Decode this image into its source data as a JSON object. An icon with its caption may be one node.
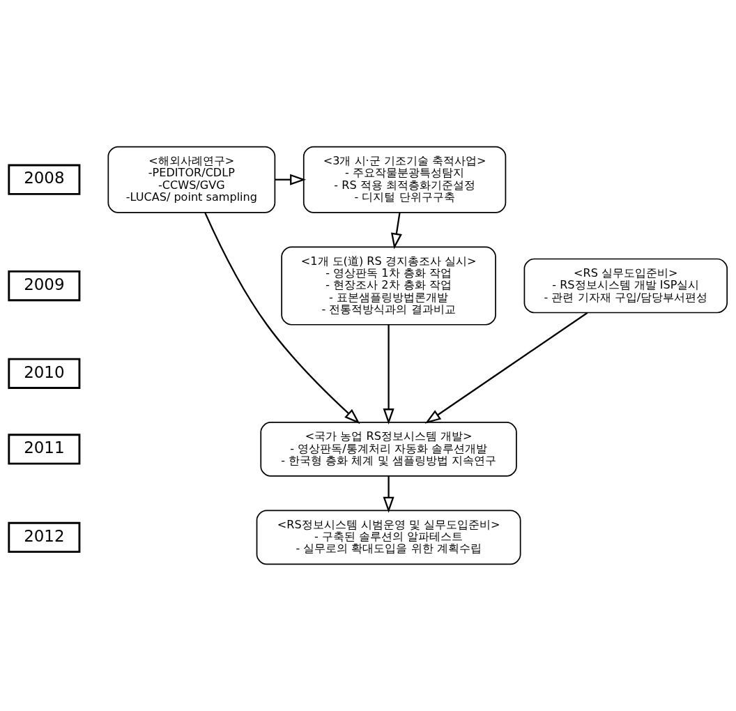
{
  "diagram": {
    "nodes": [
      {
        "text": [
          "2008"
        ]
      },
      {
        "text": [
          "<3개 시·군 기조기술 축적사업>",
          "- 주요작물분광특성탐지",
          "- RS 적용 최적층화기준설정",
          "- 디지털 단위구구축"
        ]
      },
      {
        "text": [
          "<해외사례연구>",
          "-PEDITOR/CDLP",
          "-CCWS/GVG",
          "-LUCAS/ point sampling"
        ]
      },
      {
        "text": [
          "<RS 실무도입준비>",
          "- RS정보시스템 개발 ISP실시",
          "- 관련 기자재 구입/담당부서편성"
        ]
      },
      {
        "text": [
          "2009"
        ]
      },
      {
        "text": [
          "<1개 도(道) RS 경지총조사 실시>",
          "- 영상판독 1차 층화 작업",
          "- 현장조사 2차 층화 작업",
          "- 표본샘플링방법론개발",
          "- 전통적방식과의 결과비교"
        ]
      },
      {
        "text": [
          "2010"
        ]
      },
      {
        "text": [
          "2011"
        ]
      },
      {
        "text": [
          "<국가 농업 RS정보시스템 개발>",
          "- 영상판독/통계처리 자동화 솔루션개발",
          "- 한국형 층화 체계 및 샘플링방법 지속연구"
        ]
      },
      {
        "text": [
          "2012"
        ]
      },
      {
        "text": [
          "<RS정보시스템 시범운영 및 실무도입준비>",
          "- 구축된 솔루션의 알파테스트",
          "- 실무로의 확대도입을 위한 계획수립"
        ]
      }
    ],
    "edges": [
      {
        "from": 2,
        "to": 1,
        "arrow": "to"
      },
      {
        "from": 1,
        "to": 5,
        "arrow": "to"
      },
      {
        "from": 5,
        "to": 8,
        "arrow": "to"
      },
      {
        "from": 3,
        "to": 8,
        "arrow": "to"
      },
      {
        "from": 2,
        "to": 8,
        "arrow": "to"
      },
      {
        "from": 8,
        "to": 10,
        "arrow": "to"
      }
    ]
  }
}
